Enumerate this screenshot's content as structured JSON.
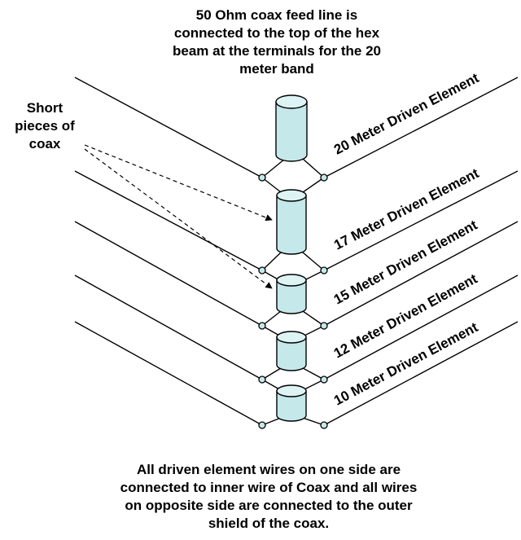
{
  "title": {
    "lines": [
      "50 Ohm coax feed line is",
      "connected to the top of the hex",
      "beam at the terminals for the 20",
      "meter band"
    ]
  },
  "side_label": {
    "lines": [
      "Short",
      "pieces of",
      "coax"
    ]
  },
  "elements": [
    {
      "label": "20 Meter Driven Element"
    },
    {
      "label": "17 Meter Driven Element"
    },
    {
      "label": "15 Meter Driven Element"
    },
    {
      "label": "12 Meter Driven Element"
    },
    {
      "label": "10 Meter Driven Element"
    }
  ],
  "footer": {
    "lines": [
      "All driven element wires on one side are",
      "connected to inner wire of Coax and all wires",
      "on opposite side are connected to the outer",
      "shield of the coax."
    ]
  },
  "colors": {
    "coax_fill": "#c5e8ea",
    "coax_top": "#ddf3f4",
    "line": "#000000",
    "terminal_fill": "#c5e8ea"
  }
}
